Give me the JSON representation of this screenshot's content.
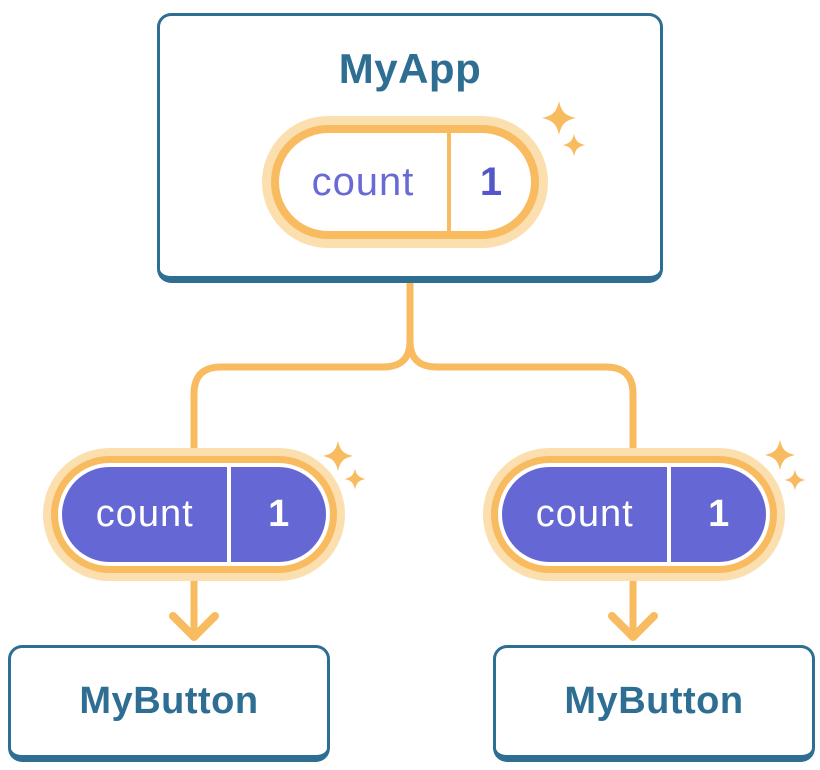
{
  "root": {
    "title": "MyApp",
    "state_pill": {
      "label": "count",
      "value": "1"
    }
  },
  "children": [
    {
      "title": "MyButton",
      "prop_pill": {
        "label": "count",
        "value": "1"
      }
    },
    {
      "title": "MyButton",
      "prop_pill": {
        "label": "count",
        "value": "1"
      }
    }
  ],
  "colors": {
    "card_border": "#2F6E93",
    "title_text": "#2F6E93",
    "orange": "#F8BB60",
    "orange_light": "#FCDFAE",
    "purple_fill": "#6568D4",
    "purple_text": "#6A6AD6",
    "purple_value": "#5457CB"
  }
}
